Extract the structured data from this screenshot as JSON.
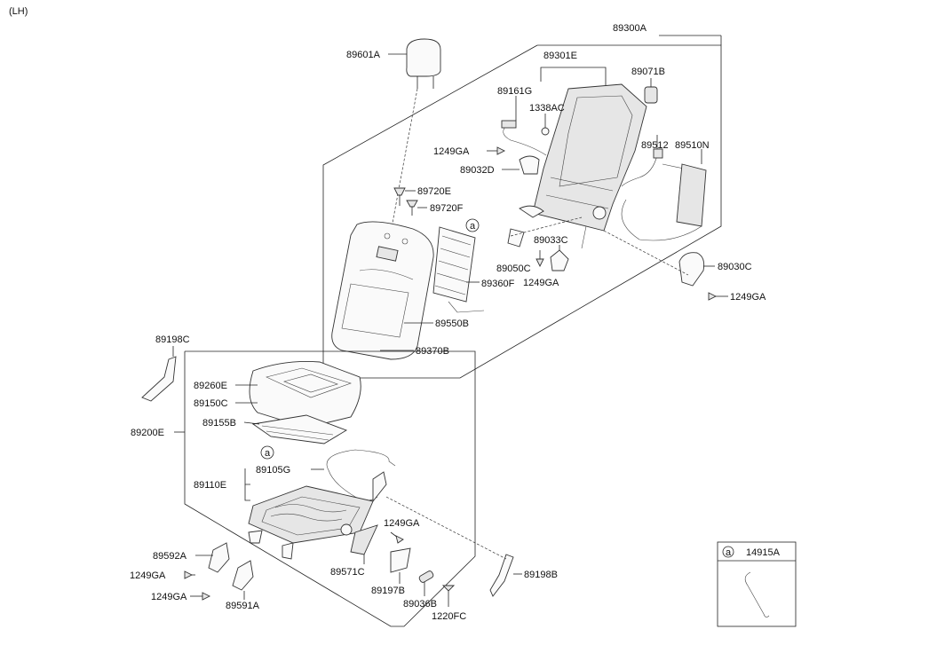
{
  "side_label": "(LH)",
  "inset": {
    "marker": "a",
    "part": "14915A"
  },
  "callout_marker": "a",
  "labels": [
    {
      "id": "89300A",
      "text": "89300A"
    },
    {
      "id": "89301E",
      "text": "89301E"
    },
    {
      "id": "89601A",
      "text": "89601A"
    },
    {
      "id": "89071B",
      "text": "89071B"
    },
    {
      "id": "89161G",
      "text": "89161G"
    },
    {
      "id": "1338AC",
      "text": "1338AC"
    },
    {
      "id": "1249GA_a",
      "text": "1249GA"
    },
    {
      "id": "89032D",
      "text": "89032D"
    },
    {
      "id": "89512",
      "text": "89512"
    },
    {
      "id": "89510N",
      "text": "89510N"
    },
    {
      "id": "89720E",
      "text": "89720E"
    },
    {
      "id": "89720F",
      "text": "89720F"
    },
    {
      "id": "89033C",
      "text": "89033C"
    },
    {
      "id": "89050C",
      "text": "89050C"
    },
    {
      "id": "1249GA_b",
      "text": "1249GA"
    },
    {
      "id": "89030C",
      "text": "89030C"
    },
    {
      "id": "1249GA_c",
      "text": "1249GA"
    },
    {
      "id": "89360F",
      "text": "89360F"
    },
    {
      "id": "89550B",
      "text": "89550B"
    },
    {
      "id": "89370B",
      "text": "89370B"
    },
    {
      "id": "89198C",
      "text": "89198C"
    },
    {
      "id": "89260E",
      "text": "89260E"
    },
    {
      "id": "89150C",
      "text": "89150C"
    },
    {
      "id": "89155B",
      "text": "89155B"
    },
    {
      "id": "89200E",
      "text": "89200E"
    },
    {
      "id": "89105G",
      "text": "89105G"
    },
    {
      "id": "89110E",
      "text": "89110E"
    },
    {
      "id": "1249GA_d",
      "text": "1249GA"
    },
    {
      "id": "89592A",
      "text": "89592A"
    },
    {
      "id": "1249GA_e",
      "text": "1249GA"
    },
    {
      "id": "89571C",
      "text": "89571C"
    },
    {
      "id": "89198B",
      "text": "89198B"
    },
    {
      "id": "1249GA_f",
      "text": "1249GA"
    },
    {
      "id": "89591A",
      "text": "89591A"
    },
    {
      "id": "89197B",
      "text": "89197B"
    },
    {
      "id": "89036B",
      "text": "89036B"
    },
    {
      "id": "1220FC",
      "text": "1220FC"
    }
  ]
}
